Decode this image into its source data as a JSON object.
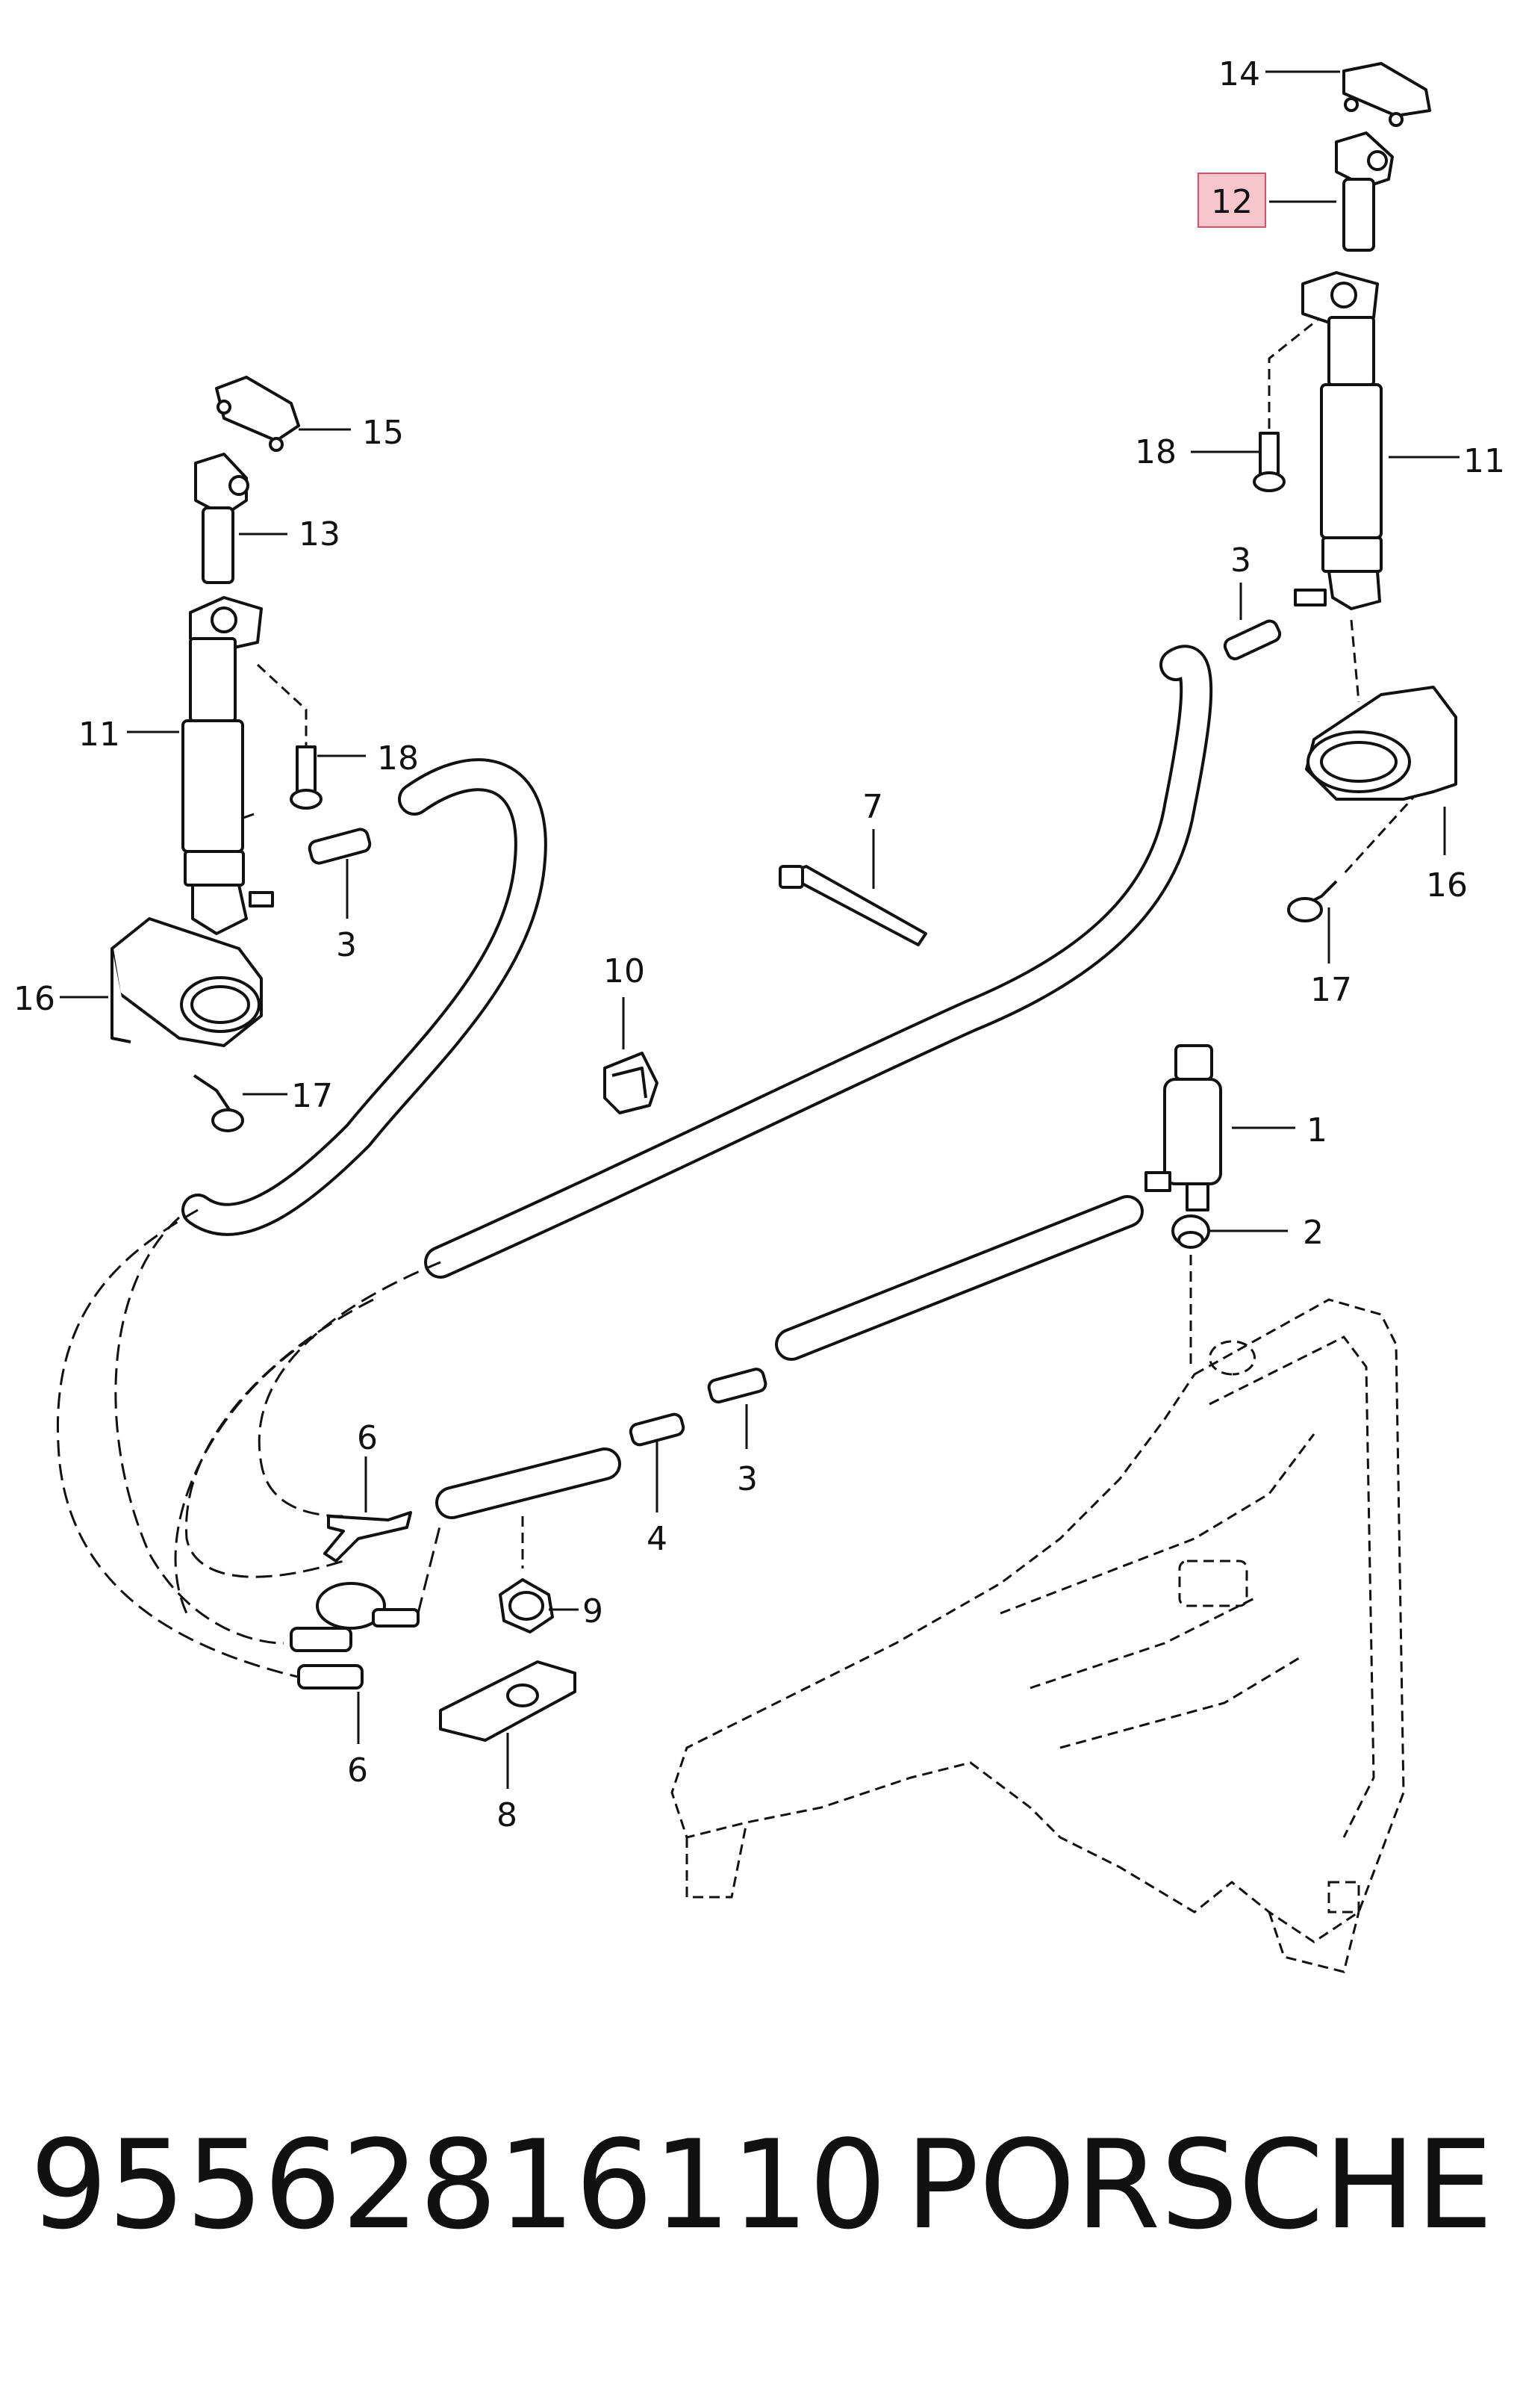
{
  "diagram": {
    "callouts": {
      "c1": "1",
      "c2": "2",
      "c3a": "3",
      "c3b": "3",
      "c3c": "3",
      "c4": "4",
      "c6a": "6",
      "c6b": "6",
      "c7": "7",
      "c8": "8",
      "c9": "9",
      "c10": "10",
      "c11a": "11",
      "c11b": "11",
      "c12": "12",
      "c13": "13",
      "c14": "14",
      "c15": "15",
      "c16a": "16",
      "c16b": "16",
      "c17a": "17",
      "c17b": "17",
      "c18a": "18",
      "c18b": "18"
    },
    "highlight_color": "#f6c6cc",
    "highlight_border": "#d9506a"
  },
  "caption": {
    "part_number": "95562816110",
    "brand": "PORSCHE"
  }
}
